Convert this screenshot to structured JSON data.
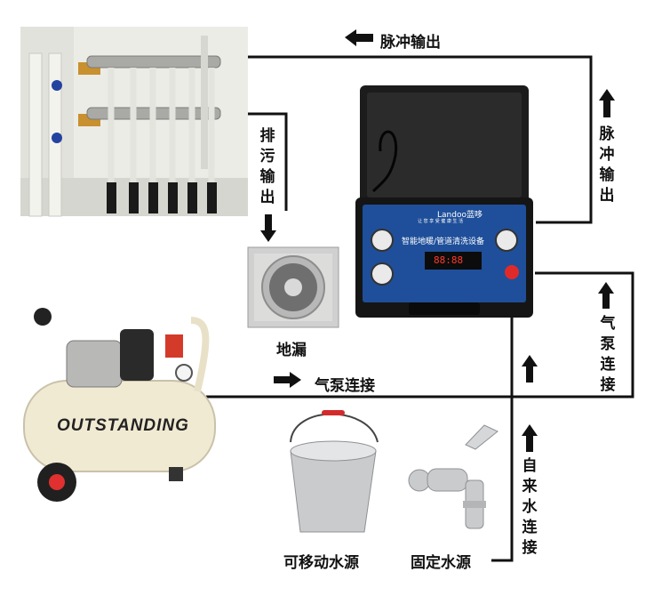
{
  "labels": {
    "pulse_output_top": "脉冲输出",
    "pulse_output_side": "脉冲输出",
    "drain_output": "排污输出",
    "floor_drain": "地漏",
    "air_pump_connect_bottom": "气泵连接",
    "air_pump_connect_side": "气泵连接",
    "water_connect": "自来水连接",
    "portable_water": "可移动水源",
    "fixed_water": "固定水源"
  },
  "machine": {
    "brand": "Landoo蓝哆",
    "slogan": "让 您 享 受 健 康 生 活",
    "panel_title": "智能地暖/管道清洗设备",
    "display": "88:88"
  },
  "compressor": {
    "brand": "OUTSTANDING"
  },
  "colors": {
    "line": "#111111",
    "machine_panel": "#1f4f9a",
    "compressor_body": "#f1ead3",
    "pipe": "#e9e9e2",
    "brass": "#c8902e"
  }
}
